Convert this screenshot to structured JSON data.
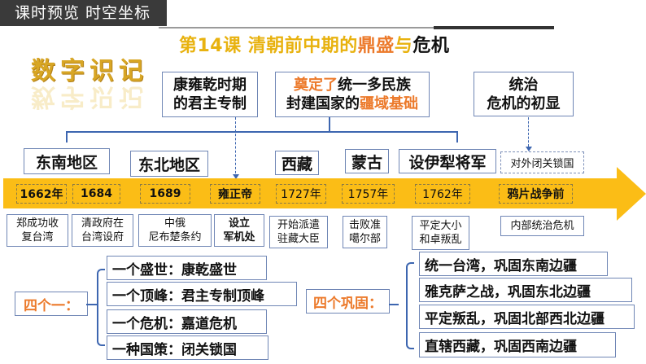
{
  "header": {
    "section_label": "课时预览  时空坐标"
  },
  "title": {
    "prefix": "第14课  清朝前中期的",
    "highlight_orange": "鼎盛",
    "middle": "与",
    "suffix_black": "危机"
  },
  "side_heading": "数字识记",
  "top_boxes": [
    {
      "line1": "康雍乾时期",
      "line2": "的君主专制"
    },
    {
      "line1_orange": "奠定了",
      "line1": "统一多民族",
      "line2": "封建国家的",
      "line2_orange": "疆域基础"
    },
    {
      "line1": "统治",
      "line2": "危机的初显"
    }
  ],
  "regions": [
    {
      "label": "东南地区"
    },
    {
      "label": "东北地区"
    },
    {
      "label": "西藏"
    },
    {
      "label": "蒙古"
    },
    {
      "label": "设伊犁将军"
    },
    {
      "label": "对外闭关锁国"
    }
  ],
  "timeline": {
    "colors": {
      "band": "#fbbd16",
      "connector": "#3d66b0",
      "accent_orange": "#ec7a2b",
      "title_gold": "#e8b20f"
    },
    "tags": [
      {
        "label": "1662年"
      },
      {
        "label": "1684"
      },
      {
        "label": "1689"
      },
      {
        "label": "雍正帝"
      },
      {
        "label": "1727年"
      },
      {
        "label": "1757年"
      },
      {
        "label": "1762年"
      },
      {
        "label": "鸦片战争前"
      }
    ]
  },
  "events": [
    {
      "line1": "郑成功收",
      "line2": "复台湾"
    },
    {
      "line1": "清政府在",
      "line2": "台湾设府"
    },
    {
      "line1": "中俄",
      "line2": "尼布楚条约"
    },
    {
      "line1": "设立",
      "line2": "军机处"
    },
    {
      "line1": "开始派遣",
      "line2": "驻藏大臣"
    },
    {
      "line1": "击败准",
      "line2": "噶尔部"
    },
    {
      "line1": "平定大小",
      "line2": "和卓叛乱"
    },
    {
      "line1": "内部统治危机"
    }
  ],
  "summary_left": {
    "label": "四个一：",
    "items": [
      "一个盛世：康乾盛世",
      "一个顶峰：君主专制顶峰",
      "一个危机：嘉道危机",
      "一种国策：闭关锁国"
    ]
  },
  "summary_right": {
    "label": "四个巩固：",
    "items": [
      "统一台湾，巩固东南边疆",
      "雅克萨之战，巩固东北边疆",
      "平定叛乱，巩固北部西北边疆",
      "直辖西藏，巩固西南边疆"
    ]
  }
}
